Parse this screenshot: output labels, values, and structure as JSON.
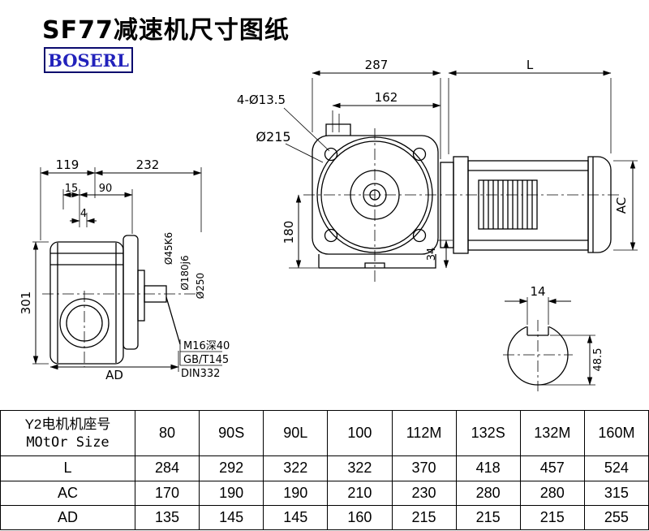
{
  "page": {
    "title": "SF77减速机尺寸图纸",
    "logo": "BOSERL"
  },
  "colors": {
    "logo_text": "#2222bb",
    "logo_border": "#0a0a6e"
  },
  "drawing": {
    "side": {
      "d119": "119",
      "d232": "232",
      "d15": "15",
      "d90": "90",
      "d4": "4",
      "d301": "301",
      "ad_label": "AD",
      "shaft_dia": "Ø45K6",
      "spigot_dia": "Ø180j6",
      "flange_dia": "Ø250",
      "tap_note_line1": "M16深40",
      "tap_note_line2": "GB/T145",
      "tap_note_line3": "DIN332"
    },
    "front": {
      "d287": "287",
      "l_label": "L",
      "d162": "162",
      "holes_note": "4-Ø13.5",
      "dia215": "Ø215",
      "d180": "180",
      "d34": "34",
      "ac_label": "AC"
    },
    "shaft_section": {
      "key_width": "14",
      "flat_to_bottom": "48.5"
    }
  },
  "table": {
    "header": {
      "line1": "Y2电机机座号",
      "line2": "MOtOr Size"
    },
    "columns": [
      "80",
      "90S",
      "90L",
      "100",
      "112M",
      "132S",
      "132M",
      "160M"
    ],
    "rows": [
      {
        "label": "L",
        "values": [
          "284",
          "292",
          "322",
          "322",
          "370",
          "418",
          "457",
          "524"
        ]
      },
      {
        "label": "AC",
        "values": [
          "170",
          "190",
          "190",
          "210",
          "230",
          "280",
          "280",
          "315"
        ]
      },
      {
        "label": "AD",
        "values": [
          "135",
          "145",
          "145",
          "160",
          "215",
          "215",
          "215",
          "255"
        ]
      }
    ]
  }
}
